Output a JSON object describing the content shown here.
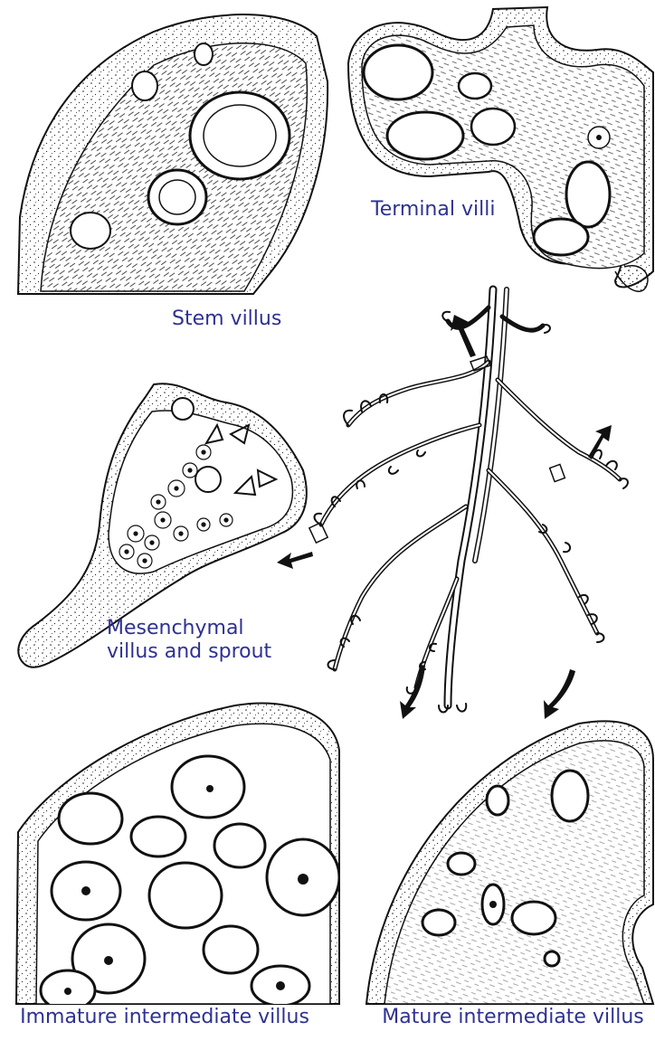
{
  "labels": {
    "stem_villus": "Stem villus",
    "terminal_villi": "Terminal villi",
    "mesenchymal_villus": "Mesenchymal\nvillus and sprout",
    "immature_intermediate_villus": "Immature intermediate villus",
    "mature_intermediate_villus": "Mature intermediate villus"
  },
  "colors": {
    "label_text": "#2e3192",
    "ink": "#111111",
    "background": "#ffffff"
  }
}
